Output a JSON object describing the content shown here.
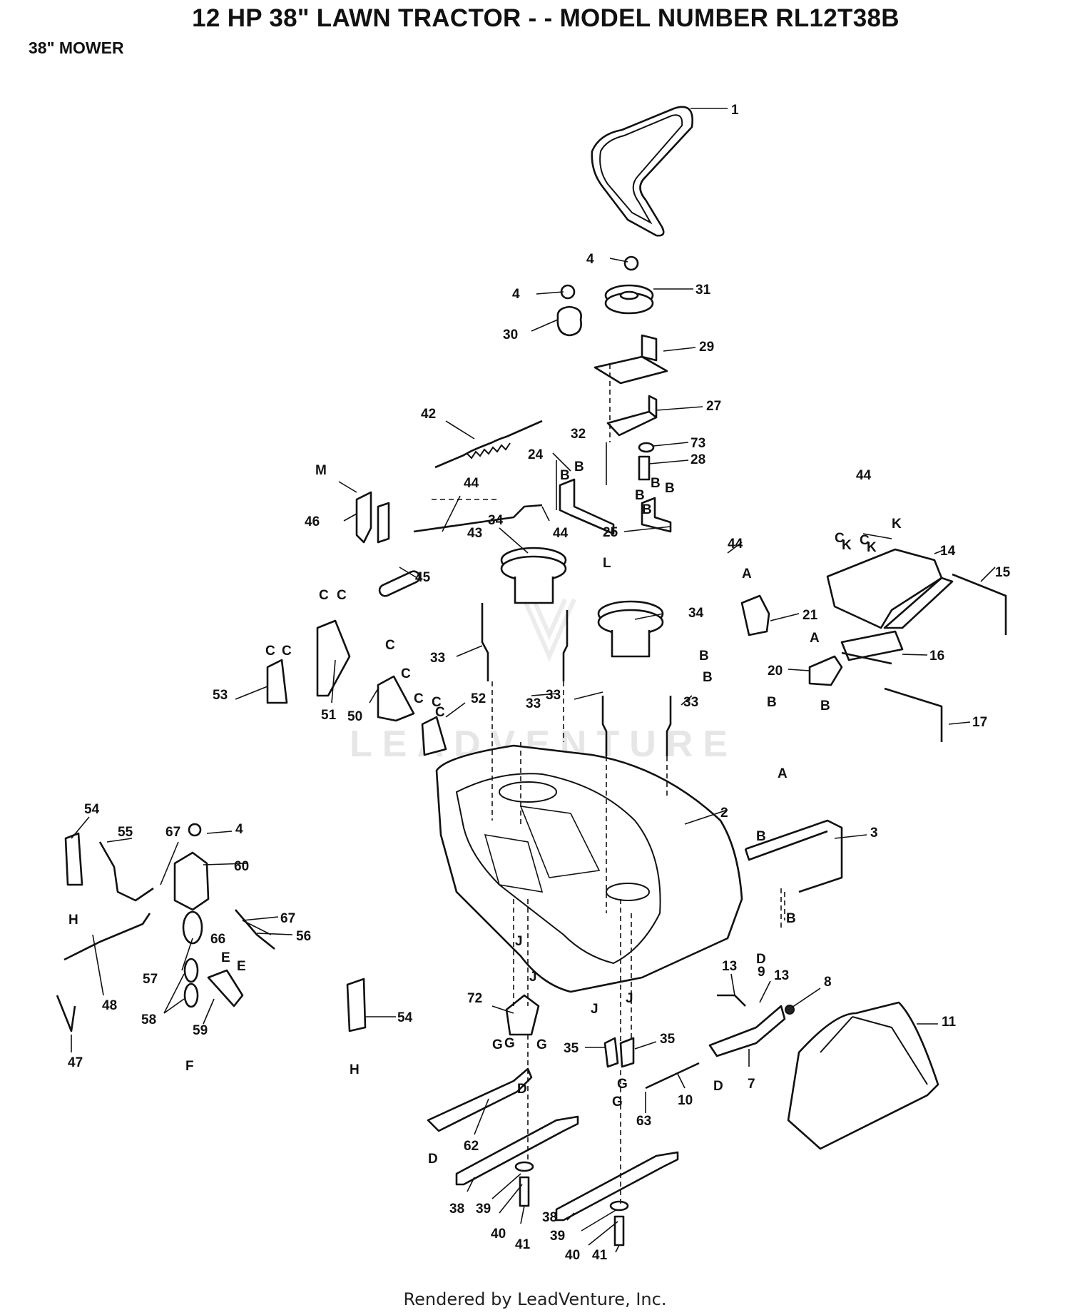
{
  "header": {
    "title": "12 HP 38\" LAWN TRACTOR - - MODEL NUMBER RL12T38B",
    "subtitle": "38\" MOWER"
  },
  "watermark": "LEADVENTURE",
  "footer": "Rendered by LeadVenture, Inc.",
  "callouts": [
    "1",
    "2",
    "3",
    "4",
    "4",
    "4",
    "7",
    "8",
    "9",
    "10",
    "11",
    "13",
    "13",
    "14",
    "15",
    "16",
    "17",
    "20",
    "21",
    "24",
    "25",
    "27",
    "28",
    "29",
    "30",
    "31",
    "32",
    "33",
    "33",
    "33",
    "33",
    "34",
    "34",
    "35",
    "35",
    "38",
    "38",
    "39",
    "39",
    "40",
    "40",
    "41",
    "41",
    "42",
    "43",
    "44",
    "44",
    "44",
    "44",
    "45",
    "46",
    "47",
    "48",
    "50",
    "51",
    "52",
    "53",
    "54",
    "54",
    "55",
    "56",
    "57",
    "58",
    "59",
    "60",
    "62",
    "63",
    "66",
    "67",
    "67",
    "72",
    "73"
  ],
  "connectors": [
    "A",
    "A",
    "A",
    "B",
    "B",
    "B",
    "B",
    "B",
    "B",
    "B",
    "B",
    "B",
    "B",
    "B",
    "B",
    "C",
    "C",
    "C",
    "C",
    "C",
    "C",
    "C",
    "C",
    "C",
    "C",
    "C",
    "D",
    "D",
    "D",
    "D",
    "E",
    "E",
    "F",
    "G",
    "G",
    "G",
    "G",
    "G",
    "H",
    "H",
    "J",
    "J",
    "J",
    "J",
    "K",
    "K",
    "K",
    "L",
    "M"
  ]
}
